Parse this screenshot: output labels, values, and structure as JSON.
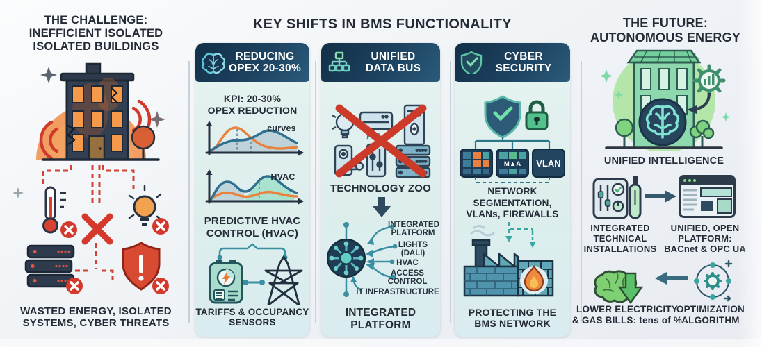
{
  "colors": {
    "header_navy": "#16344c",
    "card_bg": "#e3f1ef",
    "accent_teal": "#3a8fa3",
    "accent_green": "#7ed68e",
    "alert_red": "#cf382a",
    "alert_orange": "#ef9950",
    "text_dark": "#242b36"
  },
  "left_panel": {
    "title_lines": [
      "THE CHALLENGE:",
      "INEFFICIENT ISOLATED",
      "ISOLATED BUILDINGS"
    ],
    "caption_lines": [
      "WASTED ENERGY, ISOLATED",
      "SYSTEMS, CYBER THREATS"
    ]
  },
  "center": {
    "title": "KEY SHIFTS IN BMS FUNCTIONALITY",
    "cards": [
      {
        "header_lines": [
          "REDUCING",
          "OPEX 20-30%"
        ],
        "kpi_lines": [
          "KPI: 20-30%",
          "OPEX REDUCTION"
        ],
        "chart1_label": "curves",
        "chart2_label": "HVAC",
        "mid_caption_lines": [
          "PREDICTIVE HVAC",
          "CONTROL (HVAC)"
        ],
        "bottom_caption_lines": [
          "TARIFFS & OCCUPANCY",
          "SENSORS"
        ]
      },
      {
        "header_lines": [
          "UNIFIED",
          "DATA BUS"
        ],
        "zoo_caption": "TECHNOLOGY ZOO",
        "hub_labels": {
          "integrated_platform": [
            "INTEGRATED",
            "PLATFORM"
          ],
          "lights": [
            "LIGHTS",
            "(DALI)"
          ],
          "hvac": "HVAC",
          "access_control": [
            "ACCESS",
            "CONTROL"
          ],
          "it_infrastructure": "IT INFRASTRUCTURE"
        },
        "bottom_caption": "INTEGRATED PLATFORM"
      },
      {
        "header_lines": [
          "CYBER",
          "SECURITY"
        ],
        "tile2_label": "M▲A",
        "tile3_label": "VLAN",
        "caption1_lines": [
          "NETWORK",
          "SEGMENTATION,",
          "VLANs, FIREWALLS"
        ],
        "caption2_lines": [
          "PROTECTING THE",
          "BMS NETWORK"
        ]
      }
    ]
  },
  "right_panel": {
    "title_lines": [
      "THE FUTURE:",
      "AUTONOMOUS ENERGY"
    ],
    "scene_caption": "UNIFIED INTELLIGENCE",
    "captions": {
      "installations": [
        "INTEGRATED",
        "TECHNICAL",
        "INSTALLATIONS"
      ],
      "platform": [
        "UNIFIED, OPEN",
        "PLATFORM:",
        "BACnet & OPC UA"
      ],
      "bills": [
        "LOWER ELECTRICITY",
        "& GAS BILLS: tens of %"
      ],
      "algorithm": [
        "OPTIMIZATION",
        "ALGORITHM"
      ]
    }
  }
}
